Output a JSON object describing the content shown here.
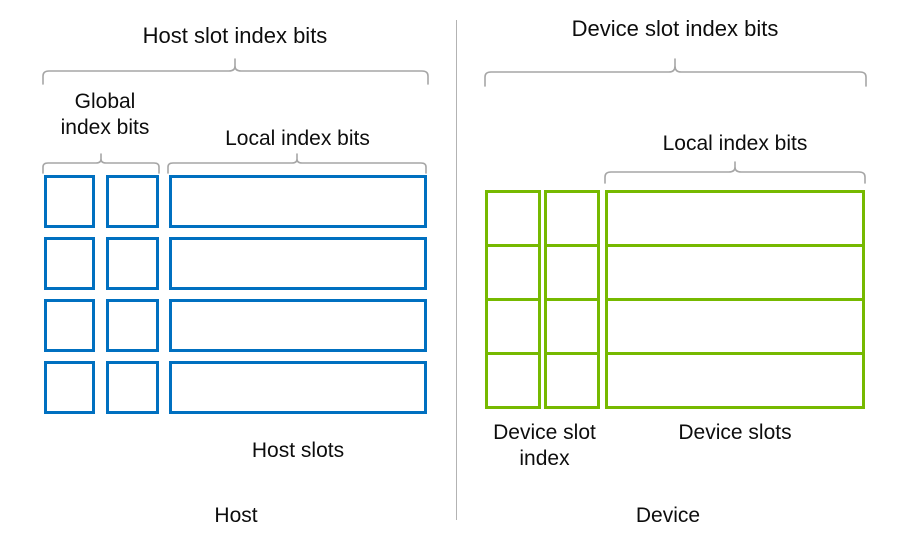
{
  "diagram": {
    "title_host": "Host slot index bits",
    "title_device": "Device slot index bits",
    "host": {
      "top_bracket_label": "Host slot index bits",
      "global_label": "Global\nindex bits",
      "local_label": "Local index bits",
      "slots_label": "Host slots",
      "side_label": "Host",
      "color": "#0070c0",
      "rows": 4,
      "columns": [
        "global-bit-0",
        "global-bit-1",
        "local-bits"
      ]
    },
    "device": {
      "top_bracket_label": "Device slot index bits",
      "local_label": "Local index bits",
      "index_label": "Device slot\nindex",
      "slots_label": "Device slots",
      "side_label": "Device",
      "color": "#76b900",
      "rows": 4,
      "columns": [
        "device-index-0",
        "device-index-1",
        "device-slots"
      ]
    },
    "bracket_color": "#a6a6a6",
    "divider_color": "#b3b3b3",
    "text_color": "#0d0d0d"
  }
}
